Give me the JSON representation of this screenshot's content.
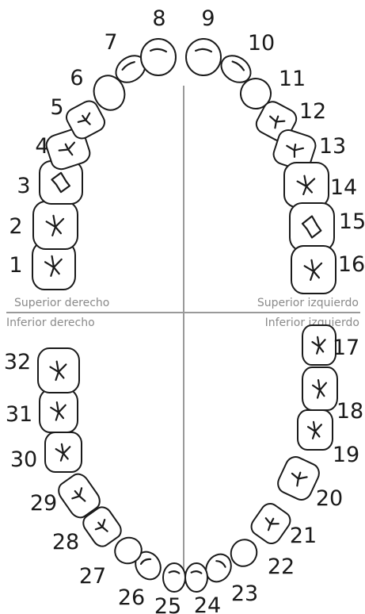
{
  "quadrant_labels": {
    "upper_right": "Superior derecho",
    "upper_left": "Superior izquierdo",
    "lower_right": "Inferior derecho",
    "lower_left": "Inferior izquierdo"
  },
  "teeth": [
    {
      "number": "1"
    },
    {
      "number": "2"
    },
    {
      "number": "3"
    },
    {
      "number": "4"
    },
    {
      "number": "5"
    },
    {
      "number": "6"
    },
    {
      "number": "7"
    },
    {
      "number": "8"
    },
    {
      "number": "9"
    },
    {
      "number": "10"
    },
    {
      "number": "11"
    },
    {
      "number": "12"
    },
    {
      "number": "13"
    },
    {
      "number": "14"
    },
    {
      "number": "15"
    },
    {
      "number": "16"
    },
    {
      "number": "17"
    },
    {
      "number": "18"
    },
    {
      "number": "19"
    },
    {
      "number": "20"
    },
    {
      "number": "21"
    },
    {
      "number": "22"
    },
    {
      "number": "23"
    },
    {
      "number": "24"
    },
    {
      "number": "25"
    },
    {
      "number": "26"
    },
    {
      "number": "27"
    },
    {
      "number": "28"
    },
    {
      "number": "29"
    },
    {
      "number": "30"
    },
    {
      "number": "31"
    },
    {
      "number": "32"
    }
  ]
}
